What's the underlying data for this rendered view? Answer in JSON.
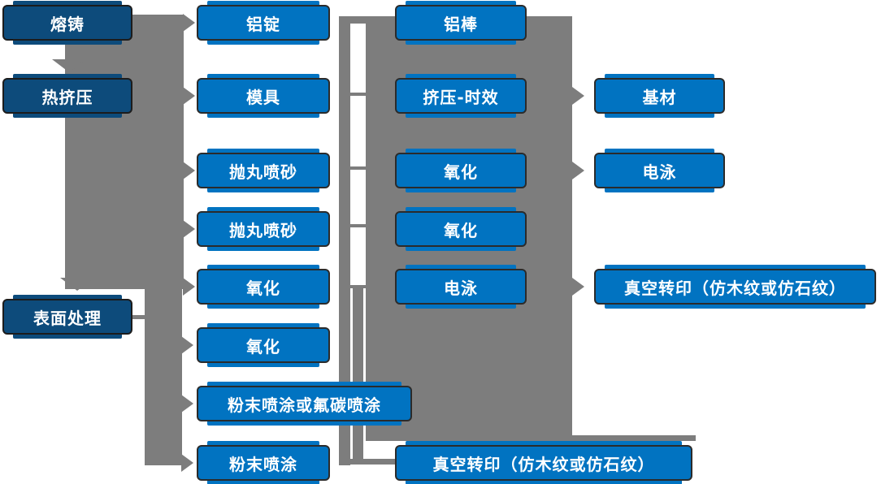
{
  "diagram": {
    "type": "flowchart",
    "description": "Aluminum profile production process flow",
    "colors": {
      "stage_box": "#0d4b7b",
      "process_box": "#0173c1",
      "connector_gray": "#7d7d7d",
      "box_border": "#2b2b2b",
      "text": "#ffffff"
    },
    "stages": {
      "melting": "熔铸",
      "hot_extrusion": "热挤压",
      "surface_treatment": "表面处理"
    },
    "col2": {
      "aluminum_ingot": "铝锭",
      "mold": "模具",
      "shot_blasting_1": "抛丸喷砂",
      "shot_blasting_2": "抛丸喷砂",
      "oxidation_1": "氧化",
      "oxidation_2": "氧化",
      "powder_or_fluorocarbon": "粉末喷涂或氟碳喷涂",
      "powder_coating": "粉末喷涂"
    },
    "col3": {
      "aluminum_rod": "铝棒",
      "extrusion_aging": "挤压-时效",
      "oxidation_1": "氧化",
      "oxidation_2": "氧化",
      "electrophoresis": "电泳",
      "vacuum_transfer": "真空转印（仿木纹或仿石纹）"
    },
    "col4": {
      "base_material": "基材",
      "electrophoresis": "电泳",
      "vacuum_transfer": "真空转印（仿木纹或仿石纹）"
    }
  }
}
